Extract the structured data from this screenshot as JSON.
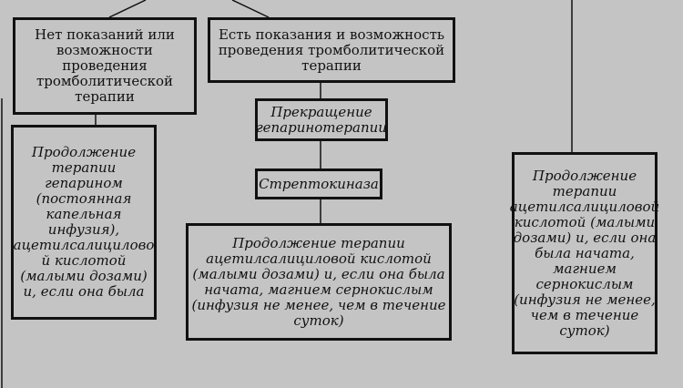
{
  "box_no_indication": [
    "Нет показаний или",
    "возможности",
    "проведения",
    "тромболитической",
    "терапии"
  ],
  "box_has_indication": [
    "Есть показания и возможность",
    "проведения тромболитической",
    "терапии"
  ],
  "box_stop_heparin": [
    "Прекращение",
    "гепаринотерапии"
  ],
  "box_streptokinase": [
    "Стрептокиназа"
  ],
  "box_continue_heparin": [
    "Продолжение",
    "терапии",
    "гепарином",
    "(постоянная",
    "капельная",
    "инфузия),",
    "ацетилсалицилово",
    "й кислотой",
    "(малыми дозами)",
    "и, если она была"
  ],
  "box_continue_aspirin_mid": [
    "Продолжение терапии",
    "ацетилсалициловой кислотой",
    "(малыми дозами) и, если она была",
    "начата, магнием сернокислым",
    "(инфузия не менее, чем в течение",
    "суток)"
  ],
  "box_continue_aspirin_right": [
    "Продолжение",
    "терапии",
    "ацетилсалициловой",
    "кислотой (малыми",
    "дозами) и, если она",
    "была начата,",
    "магнием",
    "сернокислым",
    "(инфузия не менее,",
    "чем в течение",
    "суток)"
  ]
}
